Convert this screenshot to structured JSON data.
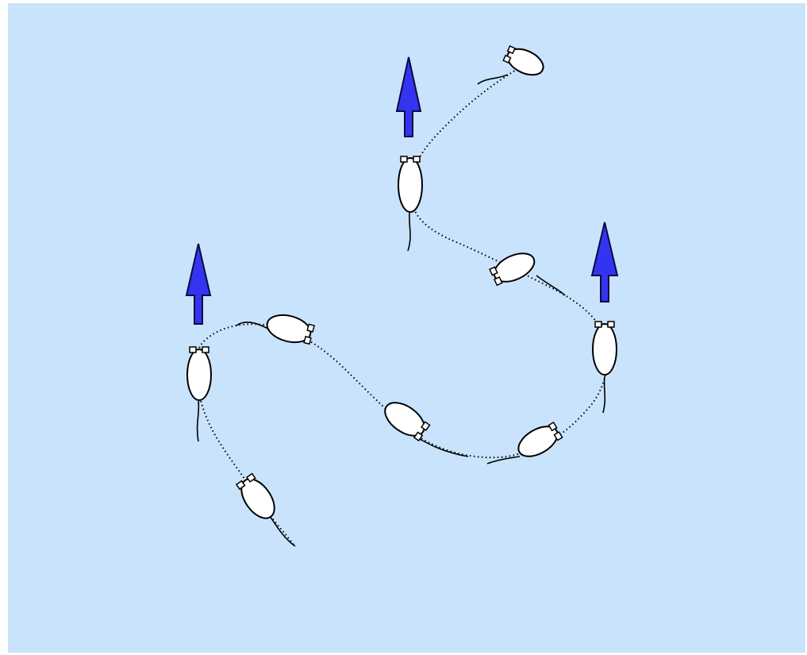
{
  "diagram": {
    "background_color": "#c9e3fc",
    "arrow_color": "#3434f0",
    "arrow_outline_color": "#0a0a40",
    "mouse_fill_color": "#ffffff",
    "path_color": "#000000",
    "direction_arrows": [
      {
        "icon": "arrow-up-icon",
        "direction": "up"
      },
      {
        "icon": "arrow-up-icon",
        "direction": "up"
      },
      {
        "icon": "arrow-up-icon",
        "direction": "up"
      }
    ],
    "mice": [
      {
        "icon": "mouse-icon"
      },
      {
        "icon": "mouse-icon"
      },
      {
        "icon": "mouse-icon"
      },
      {
        "icon": "mouse-icon"
      },
      {
        "icon": "mouse-icon"
      },
      {
        "icon": "mouse-icon"
      },
      {
        "icon": "mouse-icon"
      },
      {
        "icon": "mouse-icon"
      },
      {
        "icon": "mouse-icon"
      }
    ]
  }
}
